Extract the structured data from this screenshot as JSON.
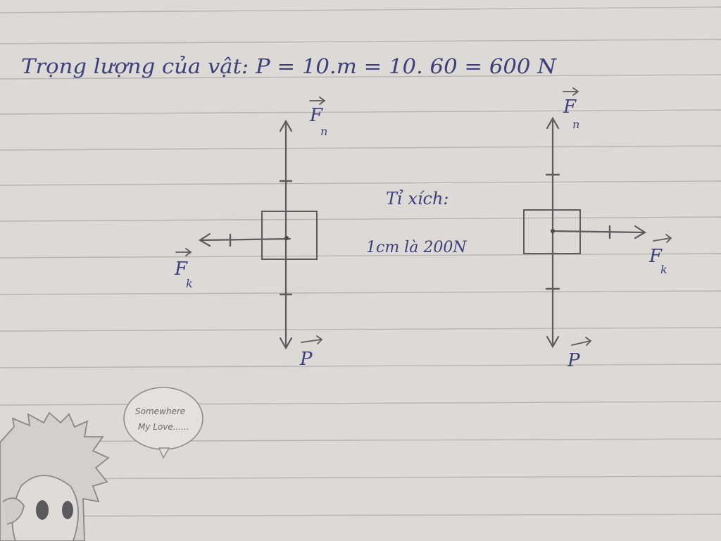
{
  "heading": {
    "text": "Trọng lượng của vật: P = 10.m = 10. 60 = 600 N"
  },
  "diagram_left": {
    "fn_label": "F",
    "fn_sub": "n",
    "fk_label": "F",
    "fk_sub": "k",
    "p_label": "P"
  },
  "diagram_right": {
    "fn_label": "F",
    "fn_sub": "n",
    "fk_label": "F",
    "fk_sub": "k",
    "p_label": "P"
  },
  "scale": {
    "title": "Tỉ xích:",
    "value": "1cm là 200N"
  },
  "bubble": {
    "line1": "Somewhere",
    "line2": "My Love......"
  },
  "colors": {
    "ink": "#3c3f7a",
    "pencil": "#5c5b5e",
    "paper": "#d9d6d3",
    "rule": "#b9b6b4"
  }
}
